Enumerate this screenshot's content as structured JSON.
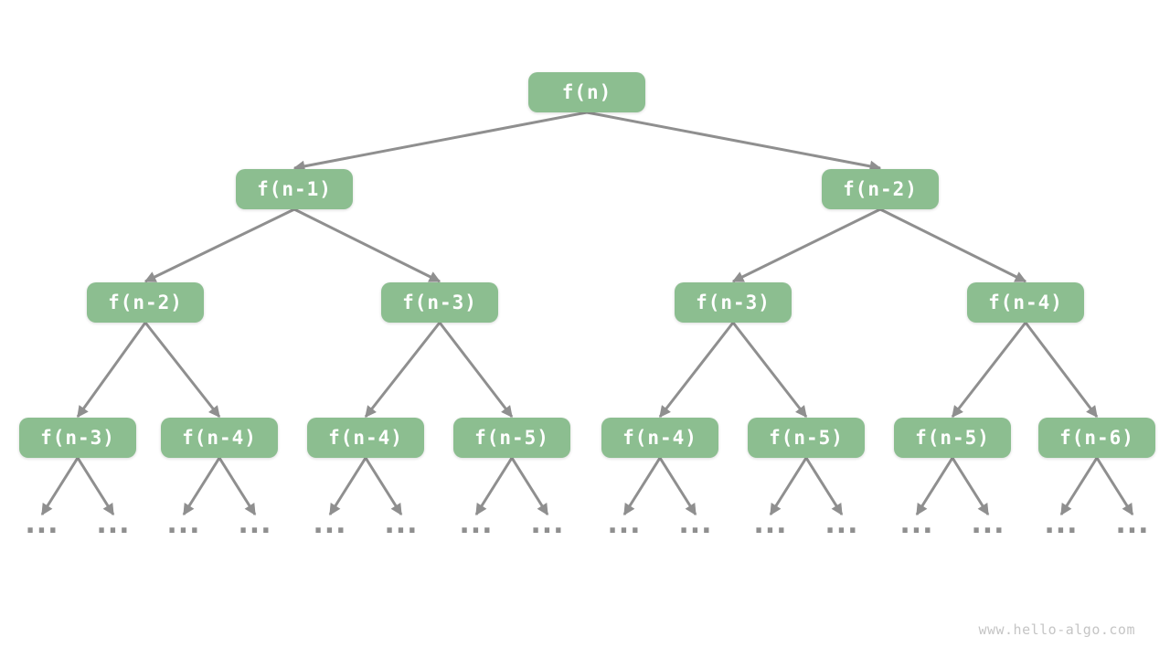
{
  "colors": {
    "background": "#ffffff",
    "node_fill": "#8CBE90",
    "node_text": "#ffffff",
    "arrow": "#8F8F8F",
    "ellipsis": "#8F8F8F",
    "watermark": "#C5C5C5"
  },
  "tree": {
    "levels": [
      [
        "f(n)"
      ],
      [
        "f(n-1)",
        "f(n-2)"
      ],
      [
        "f(n-2)",
        "f(n-3)",
        "f(n-3)",
        "f(n-4)"
      ],
      [
        "f(n-3)",
        "f(n-4)",
        "f(n-4)",
        "f(n-5)",
        "f(n-4)",
        "f(n-5)",
        "f(n-5)",
        "f(n-6)"
      ]
    ],
    "ellipsis_label": "..."
  },
  "watermark": {
    "text": "www.hello-algo.com"
  }
}
